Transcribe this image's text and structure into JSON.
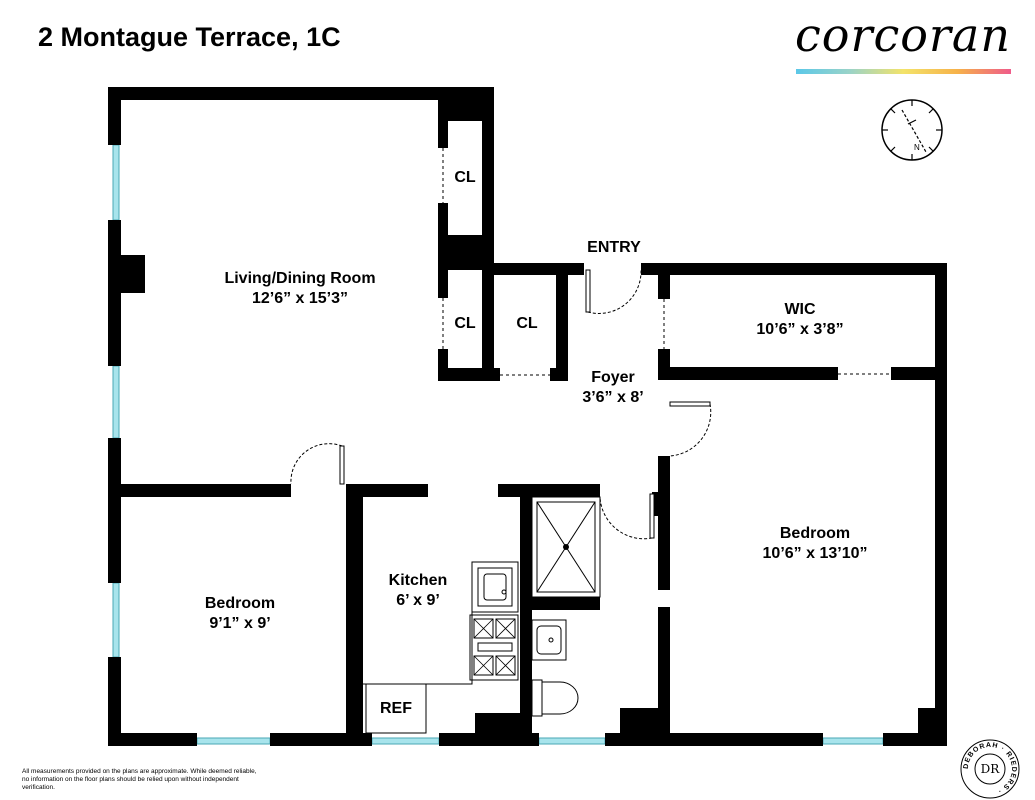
{
  "header": {
    "title": "2 Montague Terrace, 1C"
  },
  "brand": {
    "name": "corcoran",
    "bar_colors": [
      "#5bc8e8",
      "#9ad3c8",
      "#f3e36a",
      "#f6b24a",
      "#ef5b8a"
    ]
  },
  "compass": {
    "north_label": "N"
  },
  "rooms": {
    "living": {
      "name": "Living/Dining Room",
      "size": "12’6” x 15’3”"
    },
    "closet1": {
      "name": "CL"
    },
    "closet2": {
      "name": "CL"
    },
    "closet3": {
      "name": "CL"
    },
    "entry": {
      "name": "ENTRY"
    },
    "wic": {
      "name": "WIC",
      "size": "10’6” x 3’8”"
    },
    "foyer": {
      "name": "Foyer",
      "size": "3’6” x 8’"
    },
    "bedroom_left": {
      "name": "Bedroom",
      "size": "9’1” x 9’"
    },
    "kitchen": {
      "name": "Kitchen",
      "size": "6’ x 9’"
    },
    "ref": {
      "name": "REF"
    },
    "bedroom_right": {
      "name": "Bedroom",
      "size": "10’6” x 13’10”"
    }
  },
  "disclaimer": "All measurements provided on the plans are approximate. While deemed reliable, no information on the floor plans should be relied upon without independent verification.",
  "seal": {
    "text": "DEBORAH · RIEDERS ·",
    "monogram": "DR"
  },
  "colors": {
    "wall": "#000000",
    "window": "#a8e4ec",
    "background": "#ffffff"
  }
}
